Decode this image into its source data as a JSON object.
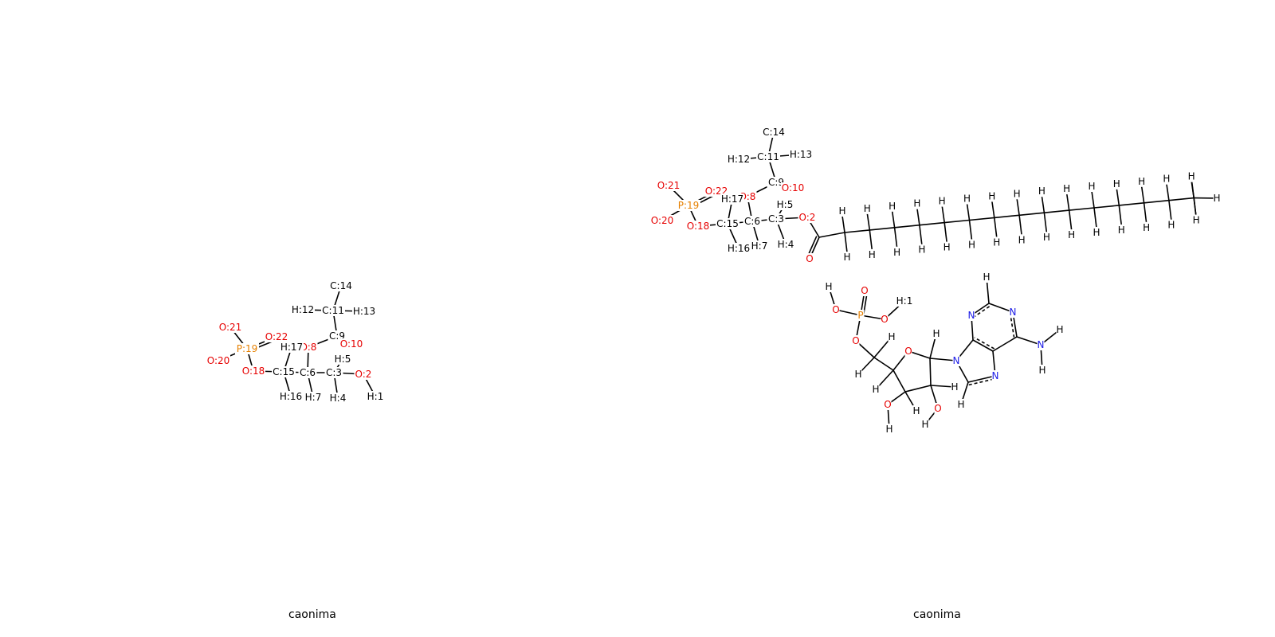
{
  "colors": {
    "C": "#000000",
    "H": "#000000",
    "O": "#e60000",
    "N": "#1a1ae6",
    "P": "#e68000",
    "bond": "#000000"
  },
  "panels": [
    {
      "caption": "caonima",
      "atoms": [
        {
          "id": "C14",
          "label": "C:14",
          "el": "C"
        },
        {
          "id": "C11",
          "label": "C:11",
          "el": "C"
        },
        {
          "id": "H12",
          "label": "H:12",
          "el": "H"
        },
        {
          "id": "H13",
          "label": "H:13",
          "el": "H"
        },
        {
          "id": "C9",
          "label": "C:9",
          "el": "C"
        },
        {
          "id": "O10",
          "label": "O:10",
          "el": "O"
        },
        {
          "id": "O8",
          "label": "O:8",
          "el": "O"
        },
        {
          "id": "O21",
          "label": "O:21",
          "el": "O"
        },
        {
          "id": "O22",
          "label": "O:22",
          "el": "O"
        },
        {
          "id": "P19",
          "label": "P:19",
          "el": "P"
        },
        {
          "id": "O20",
          "label": "O:20",
          "el": "O"
        },
        {
          "id": "O18",
          "label": "O:18",
          "el": "O"
        },
        {
          "id": "H17",
          "label": "H:17",
          "el": "H"
        },
        {
          "id": "C15",
          "label": "C:15",
          "el": "C"
        },
        {
          "id": "C6",
          "label": "C:6",
          "el": "C"
        },
        {
          "id": "C3",
          "label": "C:3",
          "el": "C"
        },
        {
          "id": "H5",
          "label": "H:5",
          "el": "H"
        },
        {
          "id": "O2",
          "label": "O:2",
          "el": "O"
        },
        {
          "id": "H16",
          "label": "H:16",
          "el": "H"
        },
        {
          "id": "H7",
          "label": "H:7",
          "el": "H"
        },
        {
          "id": "H4",
          "label": "H:4",
          "el": "H"
        },
        {
          "id": "H1",
          "label": "H:1",
          "el": "H"
        }
      ],
      "bonds": [
        [
          "C14",
          "C11",
          1
        ],
        [
          "C11",
          "H12",
          1
        ],
        [
          "C11",
          "H13",
          1
        ],
        [
          "C11",
          "C9",
          1
        ],
        [
          "C9",
          "O10",
          2
        ],
        [
          "C9",
          "O8",
          1
        ],
        [
          "O8",
          "C6",
          1
        ],
        [
          "P19",
          "O21",
          1
        ],
        [
          "P19",
          "O22",
          2
        ],
        [
          "P19",
          "O20",
          1
        ],
        [
          "P19",
          "O18",
          1
        ],
        [
          "O18",
          "C15",
          1
        ],
        [
          "C15",
          "H17",
          1
        ],
        [
          "C15",
          "H16",
          1
        ],
        [
          "C15",
          "C6",
          1
        ],
        [
          "C6",
          "H7",
          1
        ],
        [
          "C6",
          "C3",
          1
        ],
        [
          "C3",
          "H5",
          1
        ],
        [
          "C3",
          "H4",
          1
        ],
        [
          "C3",
          "O2",
          1
        ],
        [
          "O2",
          "H1",
          1
        ]
      ]
    },
    {
      "caption": "caonima",
      "atoms": [
        {
          "id": "C14",
          "label": "C:14",
          "el": "C"
        },
        {
          "id": "C11",
          "label": "C:11",
          "el": "C"
        },
        {
          "id": "H12",
          "label": "H:12",
          "el": "H"
        },
        {
          "id": "H13",
          "label": "H:13",
          "el": "H"
        },
        {
          "id": "C9",
          "label": "C:9",
          "el": "C"
        },
        {
          "id": "O10",
          "label": "O:10",
          "el": "O"
        },
        {
          "id": "O8",
          "label": "O:8",
          "el": "O"
        },
        {
          "id": "O21",
          "label": "O:21",
          "el": "O"
        },
        {
          "id": "O22",
          "label": "O:22",
          "el": "O"
        },
        {
          "id": "P19",
          "label": "P:19",
          "el": "P"
        },
        {
          "id": "O20",
          "label": "O:20",
          "el": "O"
        },
        {
          "id": "O18",
          "label": "O:18",
          "el": "O"
        },
        {
          "id": "H17",
          "label": "H:17",
          "el": "H"
        },
        {
          "id": "C15",
          "label": "C:15",
          "el": "C"
        },
        {
          "id": "C6",
          "label": "C:6",
          "el": "C"
        },
        {
          "id": "C3",
          "label": "C:3",
          "el": "C"
        },
        {
          "id": "H5",
          "label": "H:5",
          "el": "H"
        },
        {
          "id": "O2",
          "label": "O:2",
          "el": "O"
        },
        {
          "id": "H16",
          "label": "H:16",
          "el": "H"
        },
        {
          "id": "H7",
          "label": "H:7",
          "el": "H"
        },
        {
          "id": "H4",
          "label": "H:4",
          "el": "H"
        },
        {
          "id": "Ocarb",
          "label": "O",
          "el": "O"
        },
        {
          "id": "Hterm",
          "label": "H",
          "el": "H"
        },
        {
          "id": "Oa1",
          "label": "O",
          "el": "O"
        },
        {
          "id": "Ha1",
          "label": "H",
          "el": "H"
        },
        {
          "id": "Pa",
          "label": "P",
          "el": "P"
        },
        {
          "id": "Oa2",
          "label": "O",
          "el": "O"
        },
        {
          "id": "Oa3",
          "label": "O",
          "el": "O"
        },
        {
          "id": "Ha3",
          "label": "H:1",
          "el": "H"
        },
        {
          "id": "Oa4",
          "label": "O",
          "el": "O"
        },
        {
          "id": "Hc5a",
          "label": "H",
          "el": "H"
        },
        {
          "id": "Hc5b",
          "label": "H",
          "el": "H"
        },
        {
          "id": "Or",
          "label": "O",
          "el": "O"
        },
        {
          "id": "Hc4",
          "label": "H",
          "el": "H"
        },
        {
          "id": "Hc1",
          "label": "H",
          "el": "H"
        },
        {
          "id": "N9",
          "label": "N",
          "el": "N"
        },
        {
          "id": "Hc3",
          "label": "H",
          "el": "H"
        },
        {
          "id": "Hc2",
          "label": "H",
          "el": "H"
        },
        {
          "id": "O3",
          "label": "O",
          "el": "O"
        },
        {
          "id": "HO3",
          "label": "H",
          "el": "H"
        },
        {
          "id": "O2r",
          "label": "O",
          "el": "O"
        },
        {
          "id": "HO2",
          "label": "H",
          "el": "H"
        },
        {
          "id": "H3c",
          "label": "H",
          "el": "H"
        },
        {
          "id": "N3",
          "label": "N",
          "el": "N"
        },
        {
          "id": "H2",
          "label": "H",
          "el": "H"
        },
        {
          "id": "N1",
          "label": "N",
          "el": "N"
        },
        {
          "id": "N7",
          "label": "N",
          "el": "N"
        },
        {
          "id": "H8",
          "label": "H",
          "el": "H"
        },
        {
          "id": "N6",
          "label": "N",
          "el": "N"
        },
        {
          "id": "HN6a",
          "label": "H",
          "el": "H"
        },
        {
          "id": "HN6b",
          "label": "H",
          "el": "H"
        }
      ]
    }
  ]
}
